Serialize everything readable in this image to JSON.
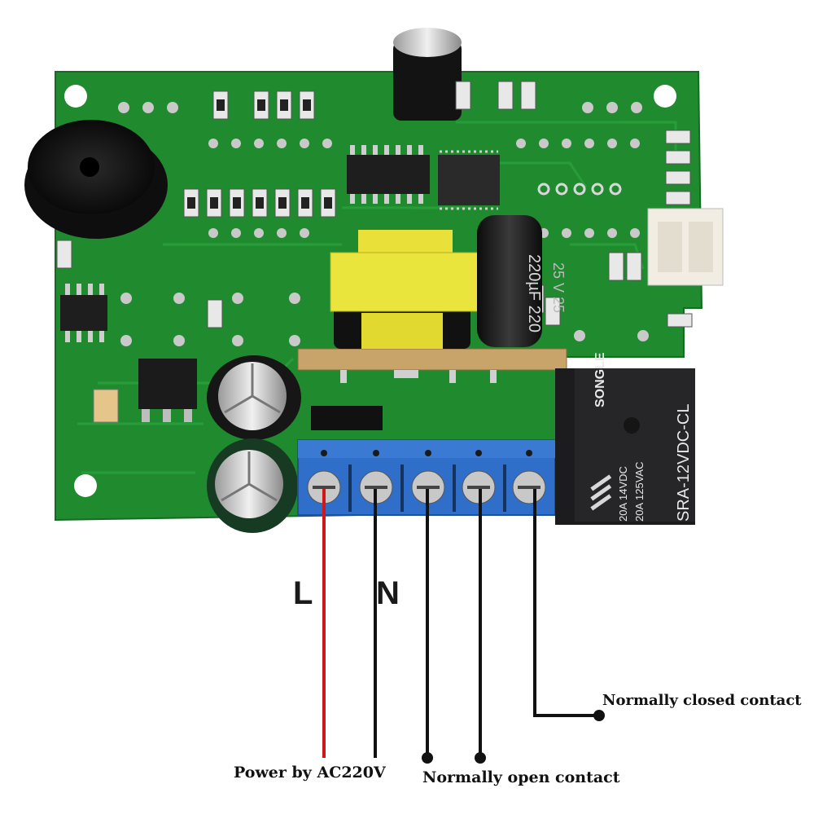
{
  "terminal_labels": {
    "live": "L",
    "neutral": "N"
  },
  "captions": {
    "power": "Power by AC220V",
    "normally_open": "Normally open contact",
    "normally_closed": "Normally closed contact"
  },
  "capacitor_top": "220µF  220",
  "capacitor_voltage": "25 V  25",
  "relay": {
    "brand": "SONGLE",
    "rating_a": "20A 14VDC",
    "rating_b": "20A 125VAC",
    "model": "SRA-12VDC-CL"
  },
  "colors": {
    "pcb": "#1f8a2e",
    "terminal_block": "#2f6fc9",
    "relay": "#1c1c1e",
    "transformer": "#e9e03a",
    "live_wire": "#d01818",
    "wire": "#111111"
  },
  "icons": [
    "buzzer-icon",
    "capacitor-icon",
    "transformer-icon",
    "relay-icon",
    "terminal-screw-icon",
    "connector-icon"
  ]
}
